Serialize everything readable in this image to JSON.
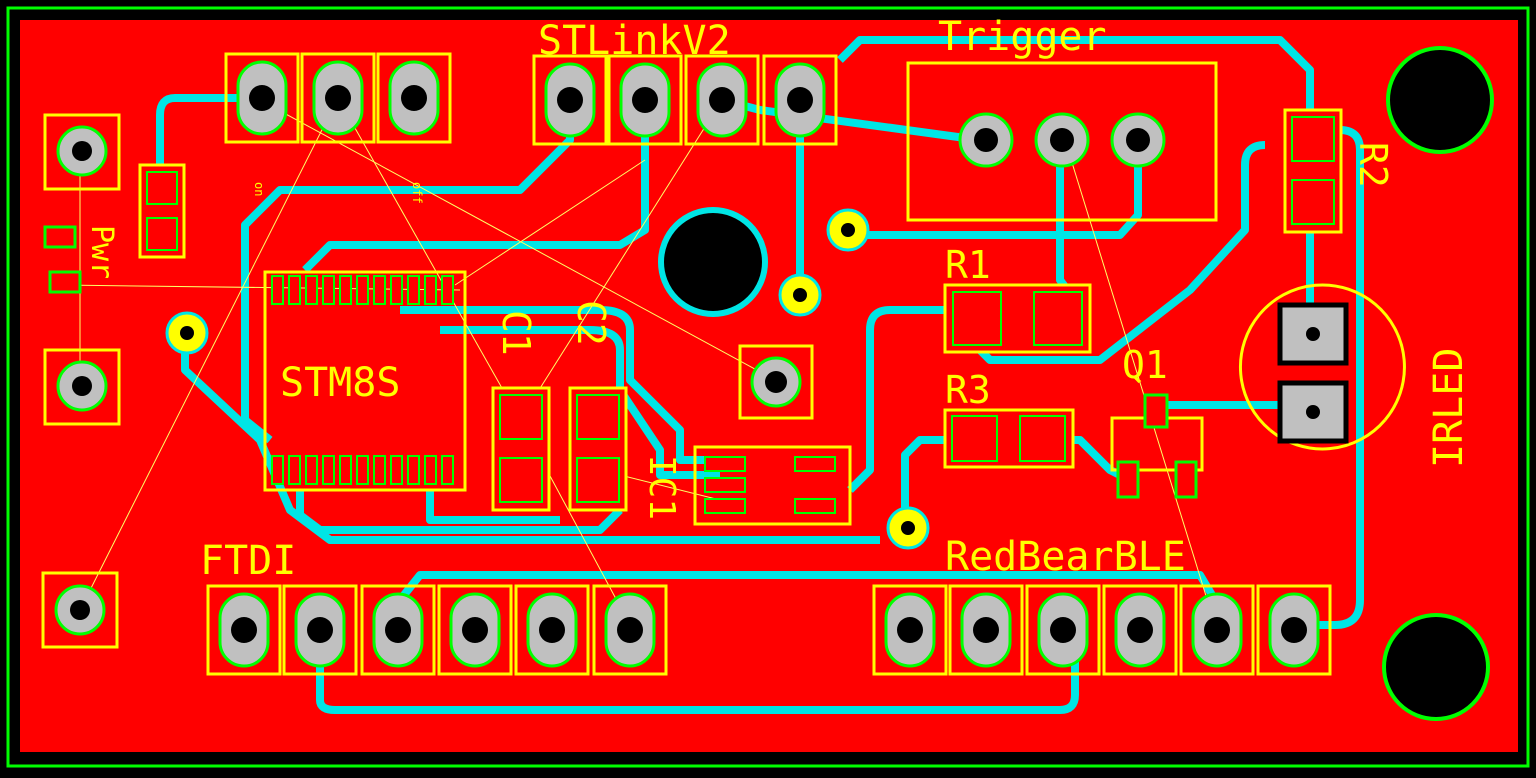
{
  "colors": {
    "background": "#000000",
    "outline": "#00ff00",
    "copper_fill": "#ff0000",
    "trace": "#00e5e5",
    "silkscreen": "#ffff00",
    "pad": "#c0c0c0",
    "drill": "#000000"
  },
  "labels": {
    "stlink": "STLinkV2",
    "trigger": "Trigger",
    "r1": "R1",
    "r2": "R2",
    "r3": "R3",
    "q1": "Q1",
    "c1": "C1",
    "c2": "C2",
    "ic1": "IC1",
    "stm8s": "STM8S",
    "ftdi": "FTDI",
    "redbear": "RedBearBLE",
    "irled": "IRLED",
    "pwr": "Pwr",
    "on": "on",
    "off": "off"
  }
}
